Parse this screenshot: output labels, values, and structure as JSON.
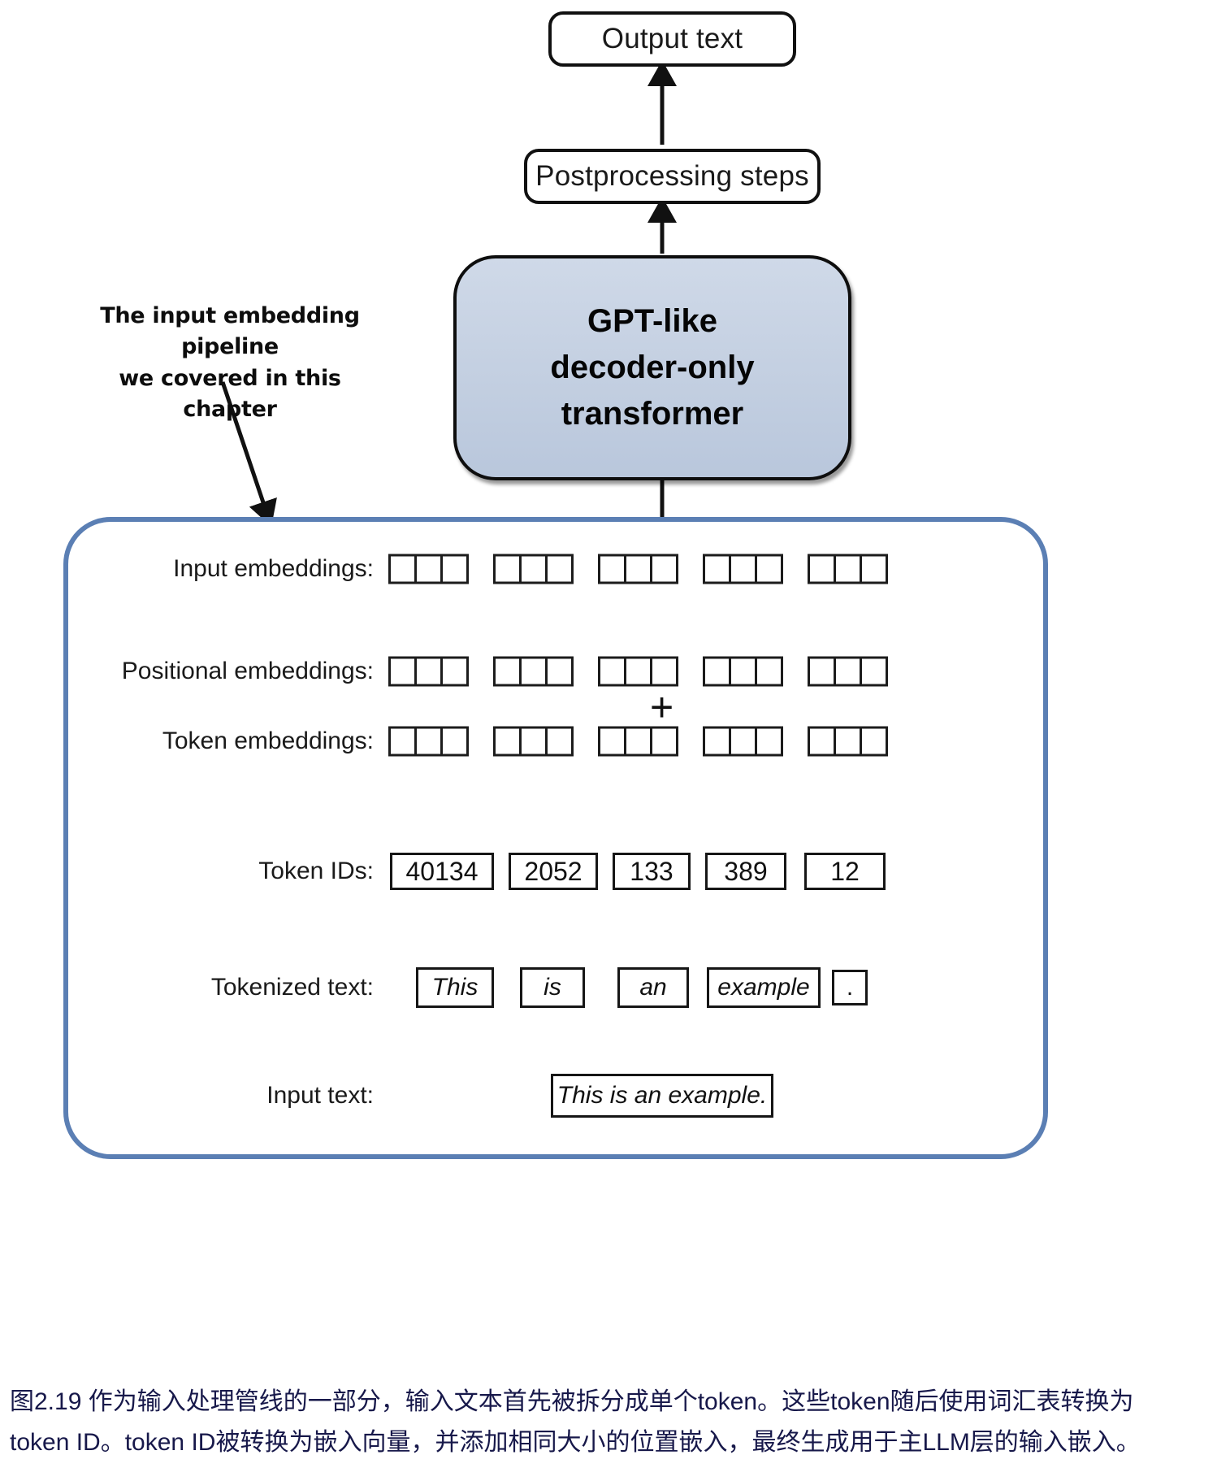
{
  "flow": {
    "output_text": "Output text",
    "postprocessing": "Postprocessing steps",
    "transformer": "GPT-like\ndecoder-only\ntransformer"
  },
  "annotation": {
    "text": "The input embedding pipeline\nwe covered in this chapter"
  },
  "pipeline": {
    "rows": [
      {
        "label": "Input embeddings:"
      },
      {
        "label": "Positional embeddings:"
      },
      {
        "label": "Token embeddings:"
      },
      {
        "label": "Token IDs:"
      },
      {
        "label": "Tokenized text:"
      },
      {
        "label": "Input text:"
      }
    ],
    "plus_symbol": "+",
    "embedding_cells_per_group": 3,
    "embedding_groups": 5,
    "token_ids": [
      "40134",
      "2052",
      "133",
      "389",
      "12"
    ],
    "tokens": [
      "This",
      "is",
      "an",
      "example",
      "."
    ],
    "input_text": "This is an example."
  },
  "caption": {
    "line1": "图2.19 作为输入处理管线的一部分，输入文本首先被拆分成单个token。这些token随后使用词汇表转换为",
    "line2": "token ID。token ID被转换为嵌入向量，并添加相同大小的位置嵌入，最终生成用于主LLM层的输入嵌入。"
  },
  "colors": {
    "transformer_fill": "#c6d2e3",
    "container_border": "#5b7fb4",
    "caption_text": "#17184a",
    "stroke": "#111111"
  }
}
